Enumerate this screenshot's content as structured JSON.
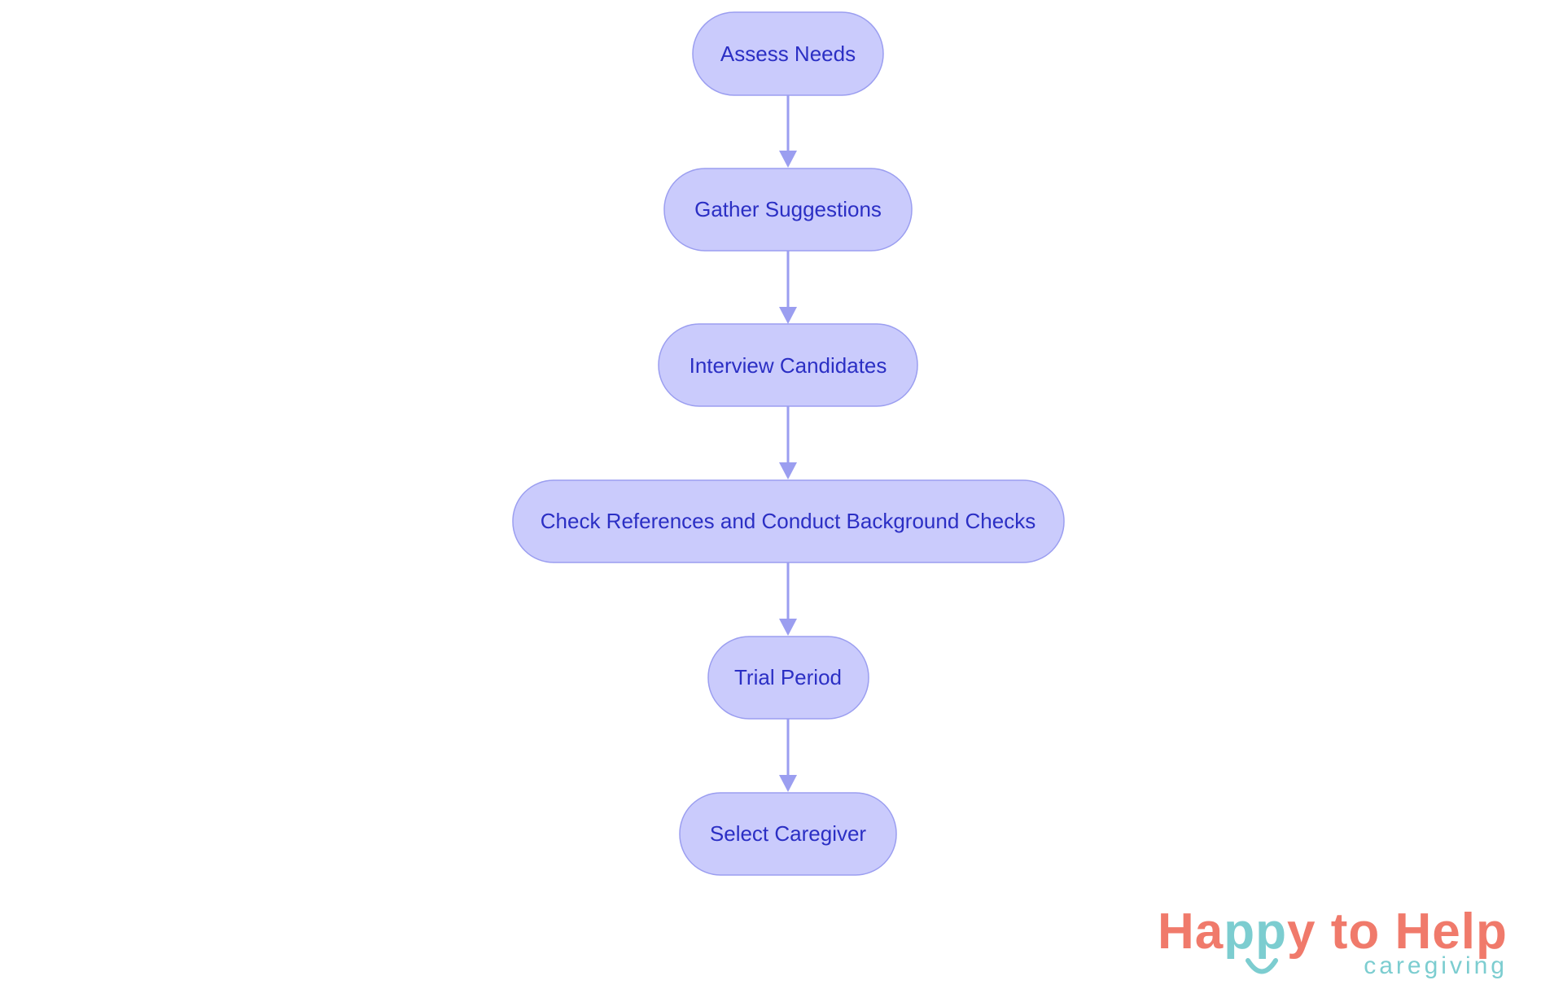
{
  "diagram": {
    "nodes": [
      {
        "id": "assess",
        "label": "Assess Needs"
      },
      {
        "id": "gather",
        "label": "Gather Suggestions"
      },
      {
        "id": "interview",
        "label": "Interview Candidates"
      },
      {
        "id": "check",
        "label": "Check References and Conduct Background Checks"
      },
      {
        "id": "trial",
        "label": "Trial Period"
      },
      {
        "id": "select",
        "label": "Select Caregiver"
      }
    ],
    "edges": [
      {
        "from": "assess",
        "to": "gather"
      },
      {
        "from": "gather",
        "to": "interview"
      },
      {
        "from": "interview",
        "to": "check"
      },
      {
        "from": "check",
        "to": "trial"
      },
      {
        "from": "trial",
        "to": "select"
      }
    ]
  },
  "logo": {
    "word_a": "Ha",
    "word_b": "pp",
    "word_c": "y to Help",
    "tagline": "caregiving",
    "colors": {
      "coral": "#f07a6b",
      "teal": "#7ccdd0"
    }
  },
  "colors": {
    "node_fill": "#cacbfc",
    "node_stroke": "#9b9ef0",
    "node_text": "#2b2fc4",
    "edge": "#9b9ef0"
  }
}
